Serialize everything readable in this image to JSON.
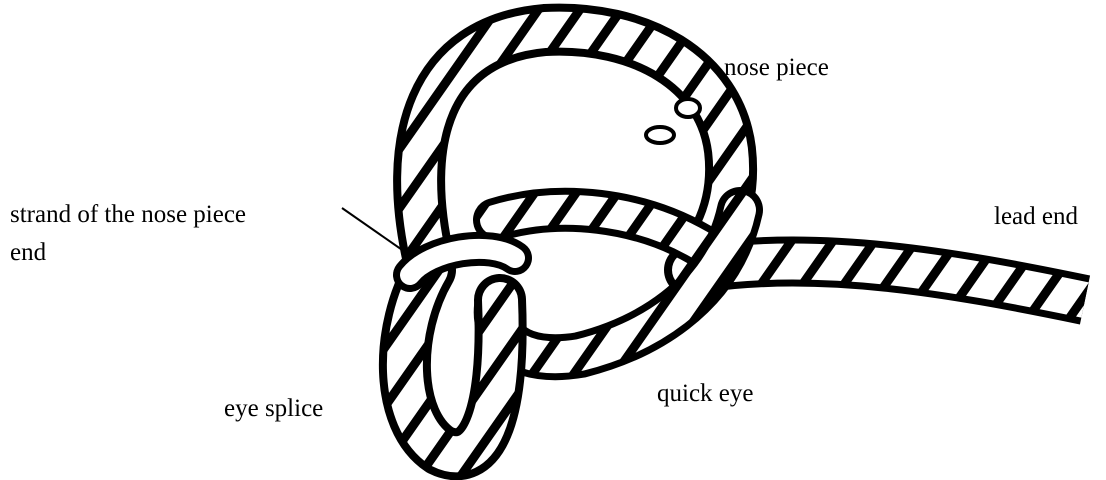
{
  "labels": {
    "nose_piece": "nose piece",
    "lead_end": "lead end",
    "strand_line1": "strand of the nose piece",
    "strand_line2": "end",
    "quick_eye": "quick eye",
    "eye_splice": "eye splice"
  }
}
